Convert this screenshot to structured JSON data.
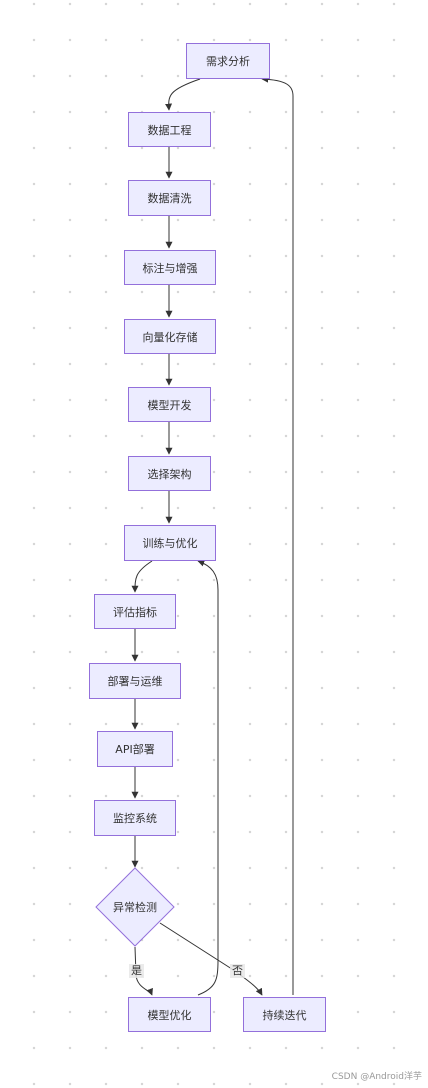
{
  "diagram": {
    "nodes": {
      "need_analysis": "需求分析",
      "data_engineering": "数据工程",
      "data_cleaning": "数据清洗",
      "labeling": "标注与增强",
      "vector_storage": "向量化存储",
      "model_dev": "模型开发",
      "choose_arch": "选择架构",
      "train_optimize": "训练与优化",
      "eval_metrics": "评估指标",
      "deploy_ops": "部署与运维",
      "api_deploy": "API部署",
      "monitoring": "监控系统",
      "anomaly_detect": "异常检测",
      "model_optimize": "模型优化",
      "continuous_iter": "持续迭代"
    },
    "edge_labels": {
      "yes": "是",
      "no": "否"
    }
  },
  "watermark": "CSDN @Android洋芋",
  "colors": {
    "node_fill": "#ececff",
    "node_border": "#9370db",
    "edge": "#333333",
    "text": "#333333"
  }
}
